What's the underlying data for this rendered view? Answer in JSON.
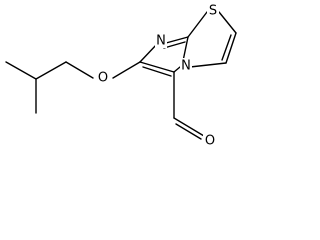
{
  "structure": {
    "atoms": {
      "nitrogen_bridge": "N",
      "nitrogen_ring": "N",
      "sulfur": "S",
      "oxygen_ether": "O",
      "oxygen_aldehyde": "O"
    },
    "colors": {
      "bond": "#000000",
      "label": "#000000",
      "background": "#ffffff"
    }
  }
}
